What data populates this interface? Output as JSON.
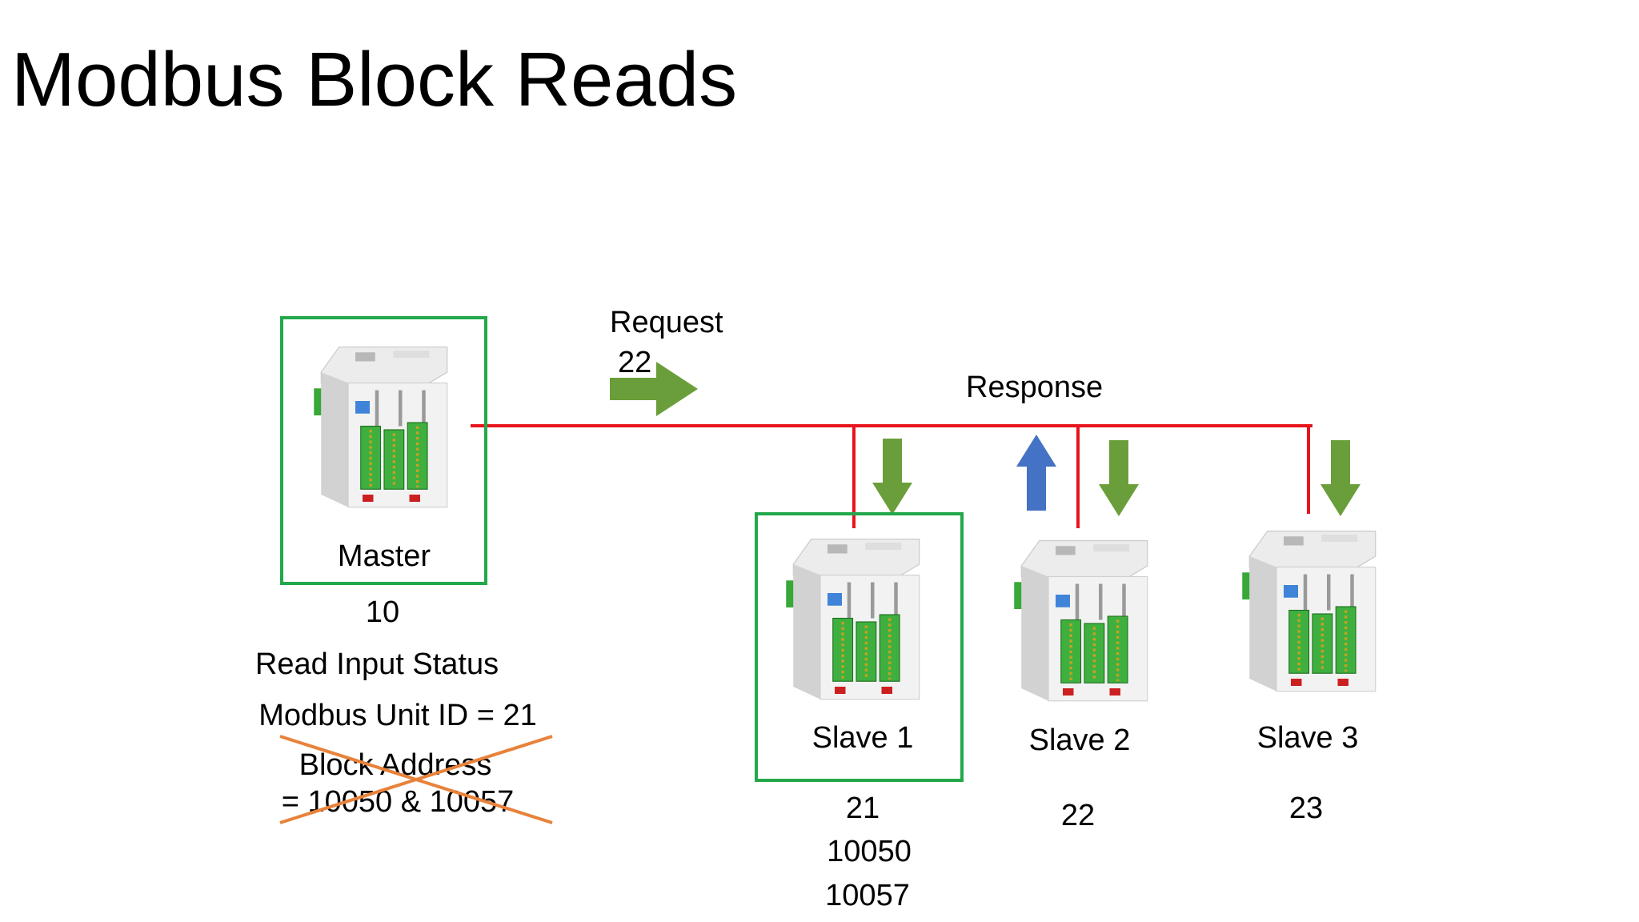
{
  "title": "Modbus Block Reads",
  "request": {
    "label": "Request",
    "value": "22"
  },
  "response": {
    "label": "Response"
  },
  "master": {
    "label": "Master",
    "id": "10",
    "function": "Read Input Status",
    "unit_id": "Modbus Unit ID = 21",
    "block_address_line1": "Block Address",
    "block_address_line2": "= 10050 & 10057"
  },
  "slaves": [
    {
      "label": "Slave 1",
      "id": "21",
      "addr1": "10050",
      "addr2": "10057"
    },
    {
      "label": "Slave 2",
      "id": "22"
    },
    {
      "label": "Slave 3",
      "id": "23"
    }
  ],
  "colors": {
    "bus": "#e8141c",
    "highlight_box": "#22a84a",
    "down_arrow": "#6a9e3a",
    "up_arrow": "#4472c4",
    "strike": "#e8823a"
  }
}
